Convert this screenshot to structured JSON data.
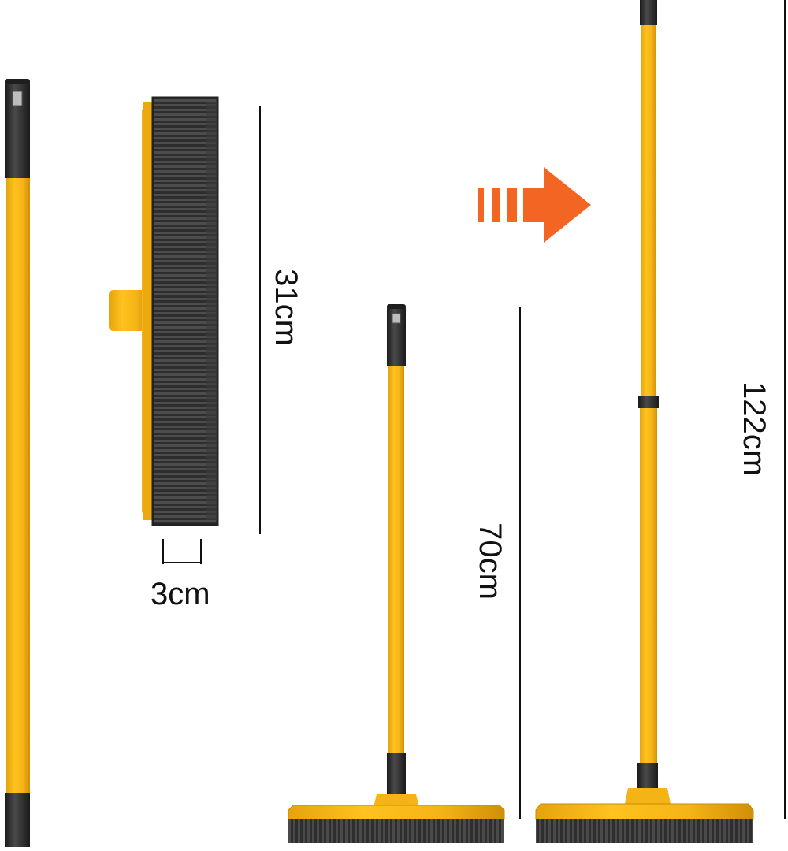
{
  "dimensions": {
    "head_length": "31cm",
    "head_width": "3cm",
    "short_length": "70cm",
    "extended_length": "122cm"
  },
  "colors": {
    "handle_yellow": "#f5b416",
    "handle_shade": "#d89a0a",
    "grip_black": "#2b2b2b",
    "bristle_dark": "#3a3a3a",
    "arrow_orange": "#f26522",
    "line": "#111111"
  },
  "icons": {
    "extend_arrow": "arrow-right-icon"
  }
}
